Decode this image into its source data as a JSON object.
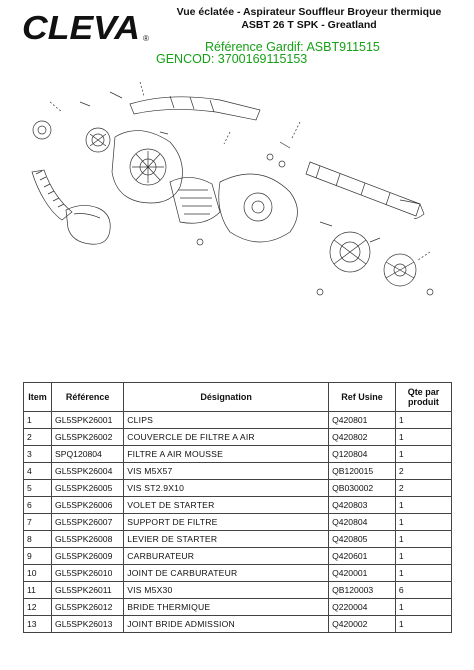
{
  "brand": {
    "logo_text": "CLEVA",
    "registered_mark": "®"
  },
  "header": {
    "title_line1": "Vue éclatée - Aspirateur Souffleur Broyeur thermique",
    "title_line2": "ASBT 26 T SPK - Greatland",
    "reference": "Référence Gardif: ASBT911515",
    "gencod": "GENCOD: 3700169115153"
  },
  "table": {
    "headers": [
      "Item",
      "Référence",
      "Désignation",
      "Ref Usine",
      "Qte par produit"
    ],
    "rows": [
      [
        "1",
        "GL5SPK26001",
        "CLIPS",
        "Q420801",
        "1"
      ],
      [
        "2",
        "GL5SPK26002",
        "COUVERCLE DE FILTRE A AIR",
        "Q420802",
        "1"
      ],
      [
        "3",
        "SPQ120804",
        "FILTRE A AIR MOUSSE",
        "Q120804",
        "1"
      ],
      [
        "4",
        "GL5SPK26004",
        "VIS M5X57",
        "QB120015",
        "2"
      ],
      [
        "5",
        "GL5SPK26005",
        "VIS ST2.9X10",
        "QB030002",
        "2"
      ],
      [
        "6",
        "GL5SPK26006",
        "VOLET DE STARTER",
        "Q420803",
        "1"
      ],
      [
        "7",
        "GL5SPK26007",
        "SUPPORT DE FILTRE",
        "Q420804",
        "1"
      ],
      [
        "8",
        "GL5SPK26008",
        "LEVIER DE STARTER",
        "Q420805",
        "1"
      ],
      [
        "9",
        "GL5SPK26009",
        "CARBURATEUR",
        "Q420601",
        "1"
      ],
      [
        "10",
        "GL5SPK26010",
        "JOINT DE CARBURATEUR",
        "Q420001",
        "1"
      ],
      [
        "11",
        "GL5SPK26011",
        "VIS M5X30",
        "QB120003",
        "6"
      ],
      [
        "12",
        "GL5SPK26012",
        "BRIDE THERMIQUE",
        "Q220004",
        "1"
      ],
      [
        "13",
        "GL5SPK26013",
        "JOINT BRIDE ADMISSION",
        "Q420002",
        "1"
      ]
    ]
  }
}
